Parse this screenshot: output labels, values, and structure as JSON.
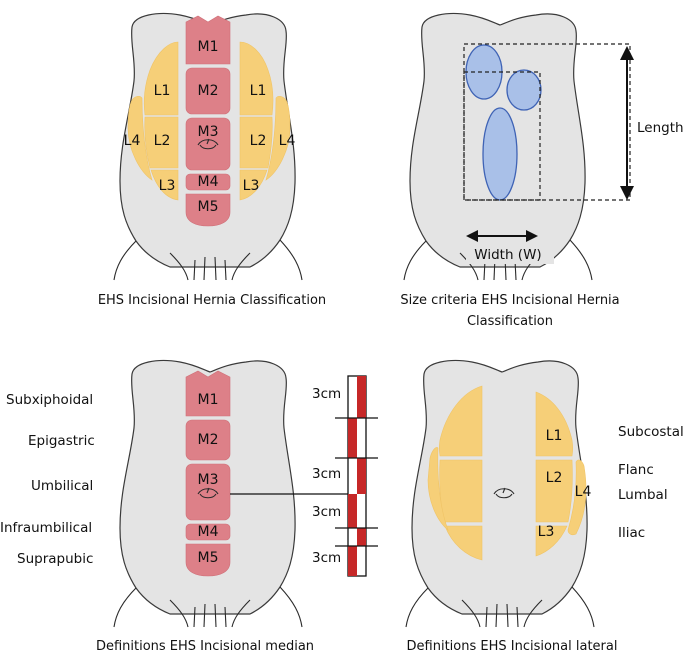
{
  "panels": {
    "top_left": {
      "caption": "EHS Incisional Hernia Classification",
      "median_zones": [
        "M1",
        "M2",
        "M3",
        "M4",
        "M5"
      ],
      "lateral_zones": [
        "L1",
        "L2",
        "L3",
        "L4"
      ]
    },
    "top_right": {
      "caption_line1": "Size criteria EHS Incisional Hernia",
      "caption_line2": "Classification",
      "length_label": "Length",
      "width_label": "Width (W)"
    },
    "bottom_left": {
      "caption": "Definitions EHS Incisional median",
      "median_zones": [
        "M1",
        "M2",
        "M3",
        "M4",
        "M5"
      ],
      "region_labels": [
        "Subxiphoidal",
        "Epigastric",
        "Umbilical",
        "Infraumbilical",
        "Suprapubic"
      ],
      "scale_labels": [
        "3cm",
        "3cm",
        "3cm",
        "3cm"
      ]
    },
    "bottom_right": {
      "caption": "Definitions EHS Incisional lateral",
      "lateral_zones": [
        "L1",
        "L2",
        "L3",
        "L4"
      ],
      "region_labels": [
        "Subcostal",
        "Flanc",
        "Lumbal",
        "Iliac"
      ]
    }
  },
  "colors": {
    "median_zone": "#dd8088",
    "lateral_zone": "#f6cf78",
    "torso": "#e4e4e4",
    "hernia": "#a9c0e8",
    "ruler_red": "#c62828"
  }
}
